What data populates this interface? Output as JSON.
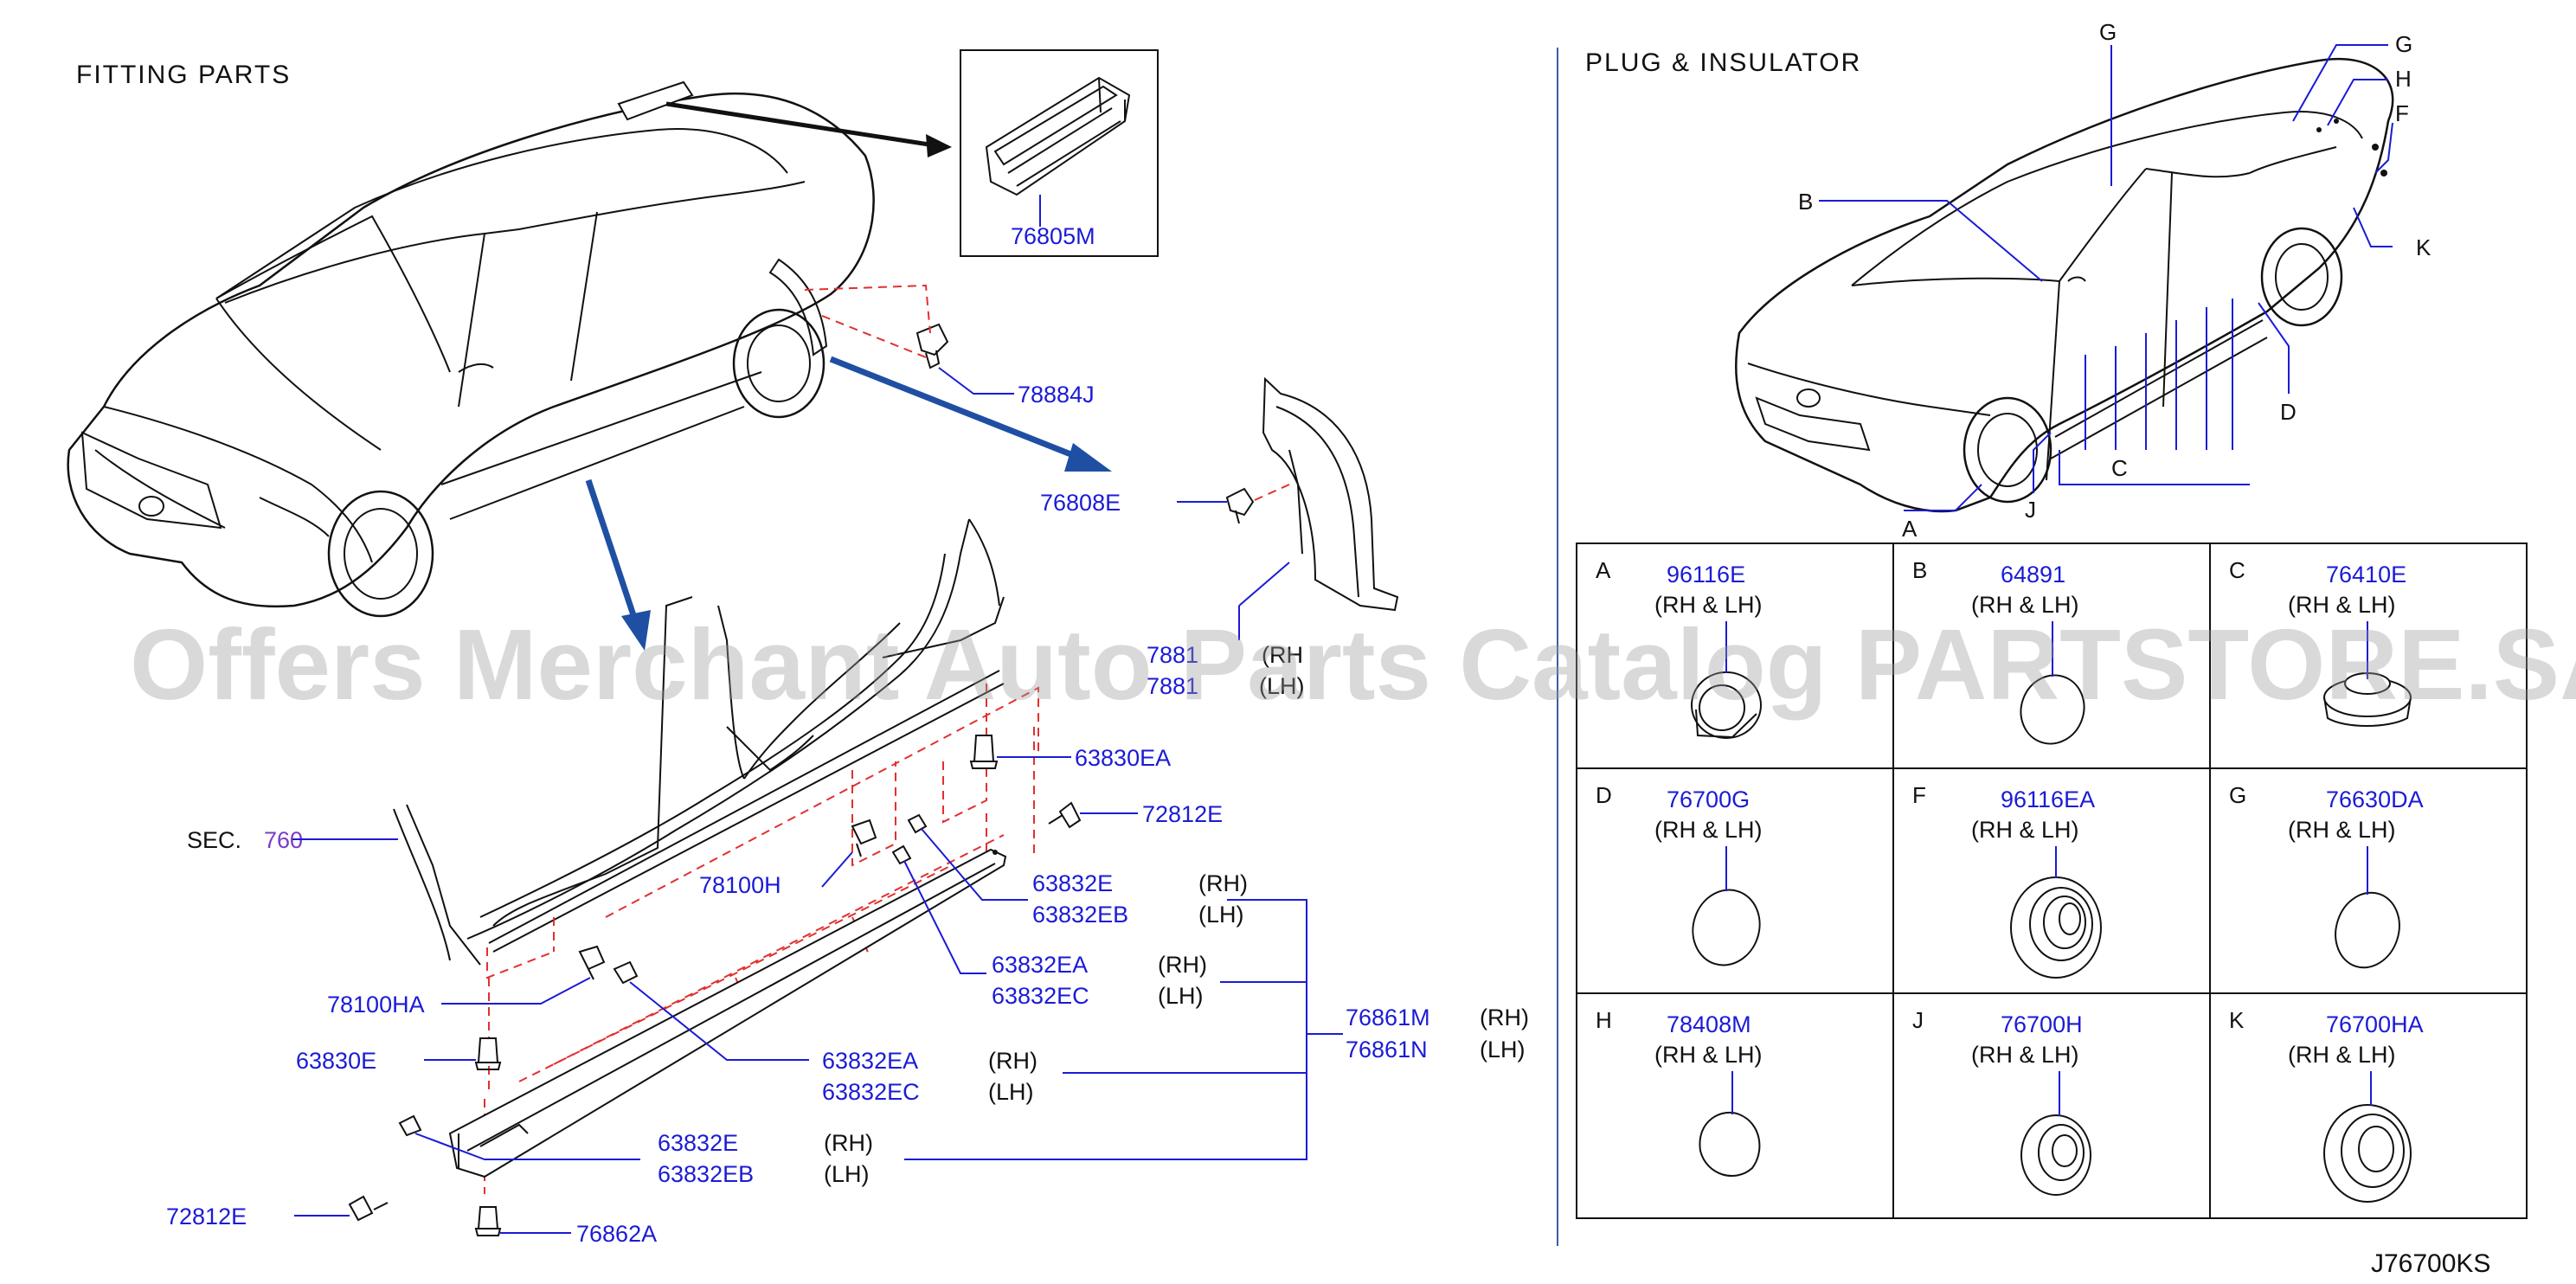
{
  "headings": {
    "fitting_parts": "FITTING   PARTS",
    "plug_insulator": "PLUG   &   INSULATOR"
  },
  "section_ref": {
    "label": "SEC.",
    "number": "760"
  },
  "diagram_code": "J76700KS",
  "watermark": "Offers Merchant Auto Parts Catalog PARTSTORE.SA",
  "colors": {
    "part_number": "#1b1bd6",
    "section_number": "#7a3cc8",
    "arrow": "#1f4fa3",
    "dash": "#e23030"
  },
  "fitting_parts": {
    "p76805M": "76805M",
    "p78884J": "78884J",
    "p76808E": "76808E",
    "p7881x_rh": "7881",
    "p7881x_lh": "7881",
    "side_rh_tail": "(RH",
    "side_lh_tail": "(LH)",
    "p63830EA": "63830EA",
    "p72812E_top": "72812E",
    "p78100H": "78100H",
    "p63832E_top": "63832E",
    "p63832EB_top": "63832EB",
    "p63832EA_mid": "63832EA",
    "p63832EC_mid": "63832EC",
    "p76861M": "76861M",
    "p76861N": "76861N",
    "p78100HA": "78100HA",
    "p63830E": "63830E",
    "p63832EA_low": "63832EA",
    "p63832EC_low": "63832EC",
    "p63832E_low": "63832E",
    "p63832EB_low": "63832EB",
    "p72812E_low": "72812E",
    "p76862A": "76862A",
    "rh": "(RH)",
    "lh": "(LH)"
  },
  "car_labels": [
    "G",
    "G",
    "H",
    "F",
    "B",
    "K",
    "D",
    "C",
    "J",
    "A"
  ],
  "plug_grid": [
    {
      "letter": "A",
      "part": "96116E",
      "sides": "(RH   &   LH)"
    },
    {
      "letter": "B",
      "part": "64891",
      "sides": "(RH   &   LH)"
    },
    {
      "letter": "C",
      "part": "76410E",
      "sides": "(RH   &   LH)"
    },
    {
      "letter": "D",
      "part": "76700G",
      "sides": "(RH   &   LH)"
    },
    {
      "letter": "F",
      "part": "96116EA",
      "sides": "(RH   &   LH)"
    },
    {
      "letter": "G",
      "part": "76630DA",
      "sides": "(RH   &   LH)"
    },
    {
      "letter": "H",
      "part": "78408M",
      "sides": "(RH   &   LH)"
    },
    {
      "letter": "J",
      "part": "76700H",
      "sides": "(RH   &   LH)"
    },
    {
      "letter": "K",
      "part": "76700HA",
      "sides": "(RH   &   LH)"
    }
  ]
}
